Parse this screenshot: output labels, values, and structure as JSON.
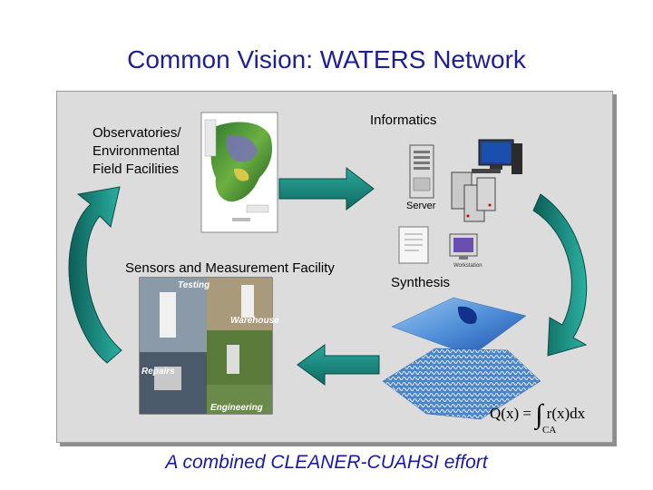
{
  "title": "Common Vision: WATERS Network",
  "labels": {
    "observatories_line1": "Observatories/",
    "observatories_line2": "Environmental",
    "observatories_line3": "Field Facilities",
    "informatics": "Informatics",
    "server": "Server",
    "workstation": "Workstation",
    "sensors": "Sensors and Measurement Facility",
    "synthesis": "Synthesis"
  },
  "photo_labels": {
    "testing": "Testing",
    "warehouse": "Warehouse",
    "repairs": "Repairs",
    "engineering": "Engineering"
  },
  "formula": {
    "lhs": "Q(x) =",
    "rhs": "r(x)dx",
    "subscript": "CA"
  },
  "footer": "A combined CLEANER-CUAHSI effort",
  "colors": {
    "title": "#1f1f8f",
    "arrow": "#1e8f84",
    "footer": "#1a1aa0"
  }
}
